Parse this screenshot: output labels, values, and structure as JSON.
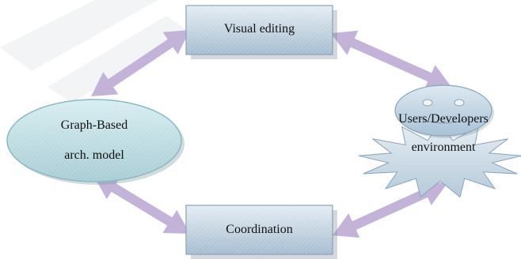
{
  "nodes": {
    "visual_editing": {
      "label": "Visual editing"
    },
    "coordination": {
      "label": "Coordination"
    },
    "graph_model": {
      "line1": "Graph-Based",
      "line2": "arch. model"
    },
    "users": {
      "line1": "Users/Developers",
      "line2": "environment"
    }
  },
  "colors": {
    "arrow": "#c3b3d9",
    "box_fill_top": "#dfe9f1",
    "box_fill_bottom": "#a9bfd2",
    "box_stroke": "#7e97ad",
    "ellipse_fill": "#bfdde2",
    "ellipse_stroke": "#86b6c0",
    "smiley_fill": "#c4d8e6",
    "burst_fill": "#ccdbe6"
  }
}
